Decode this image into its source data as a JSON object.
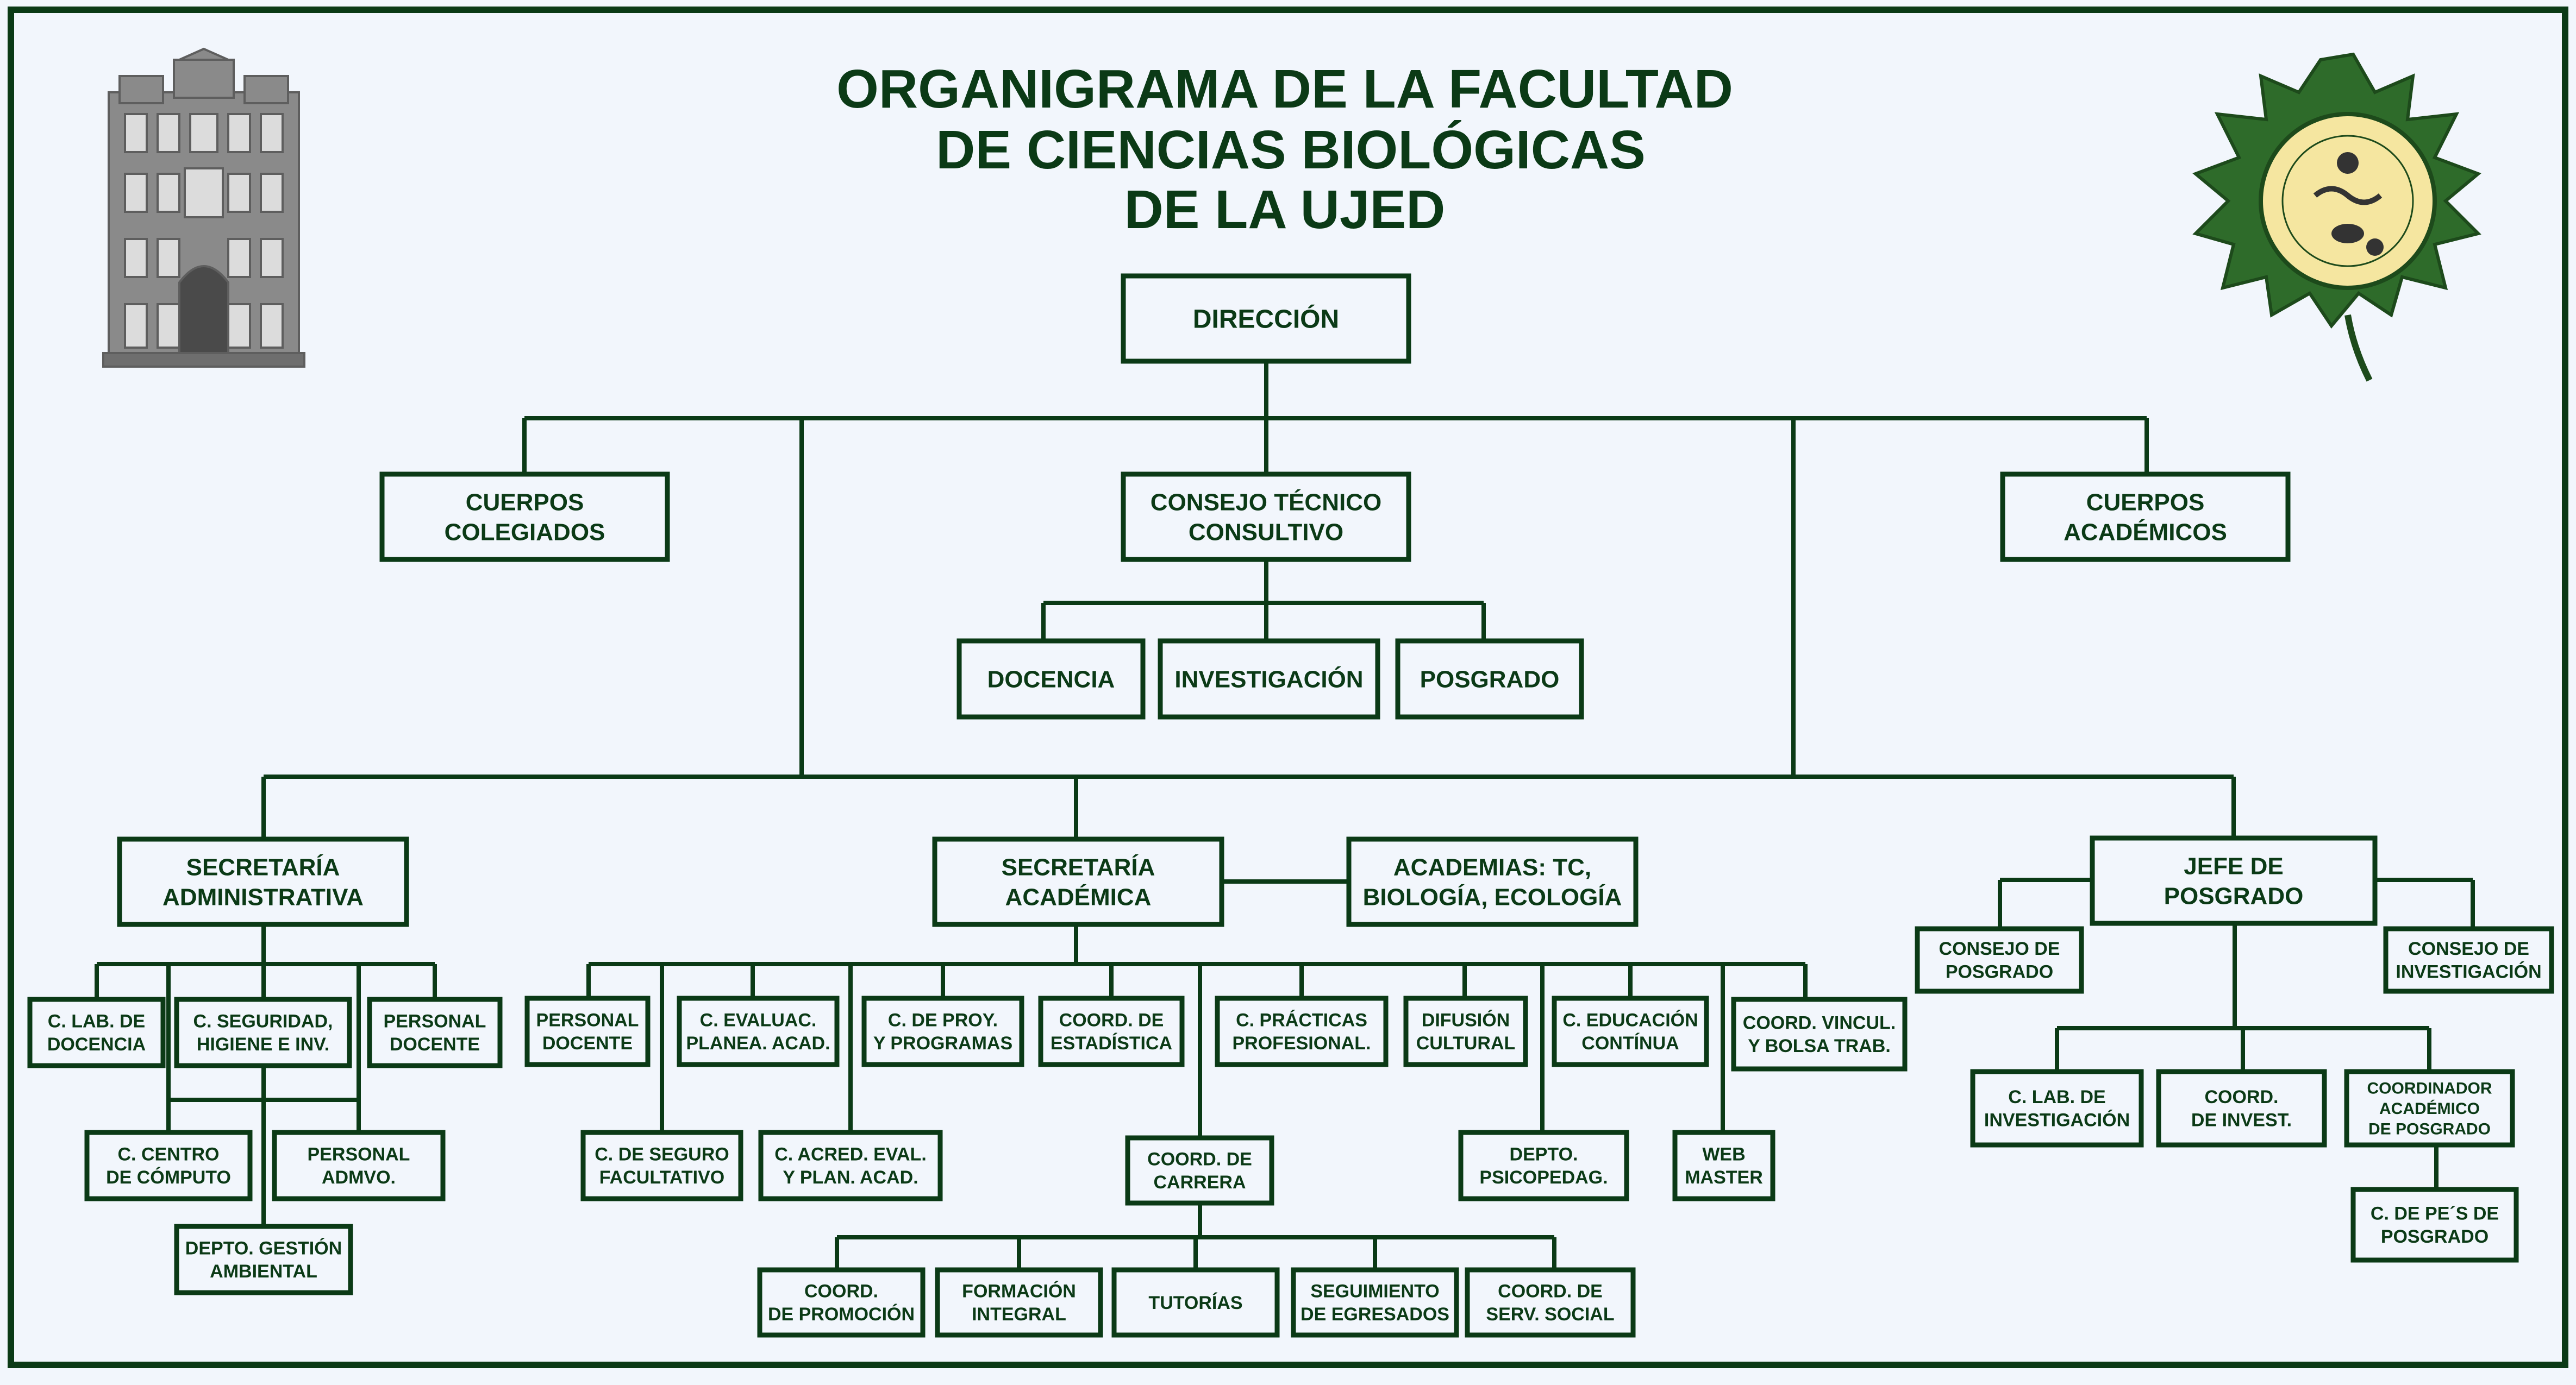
{
  "title": [
    "ORGANIGRAMA DE LA  FACULTAD",
    "DE CIENCIAS BIOLÓGICAS",
    "DE LA UJED"
  ],
  "colors": {
    "background": "#f2f6fc",
    "border": "#0b3a16",
    "text": "#0b3a16",
    "leaf": "#2e6b2a",
    "seal": "#f5e6a0",
    "building": "#8a8a8a"
  },
  "icons": {
    "left_logo": "building-facade-icon",
    "right_logo": "leaf-seal-icon"
  },
  "nodes": {
    "direccion": [
      "DIRECCIÓN"
    ],
    "cuerpos_colegiados": [
      "CUERPOS",
      "COLEGIADOS"
    ],
    "consejo_tecnico": [
      "CONSEJO TÉCNICO",
      "CONSULTIVO"
    ],
    "cuerpos_academicos": [
      "CUERPOS",
      "ACADÉMICOS"
    ],
    "docencia": [
      "DOCENCIA"
    ],
    "investigacion": [
      "INVESTIGACIÓN"
    ],
    "posgrado": [
      "POSGRADO"
    ],
    "sec_admin": [
      "SECRETARÍA",
      "ADMINISTRATIVA"
    ],
    "sec_acad": [
      "SECRETARÍA",
      "ACADÉMICA"
    ],
    "academias": [
      "ACADEMIAS: TC,",
      "BIOLOGÍA, ECOLOGÍA"
    ],
    "jefe_posgrado": [
      "JEFE DE",
      "POSGRADO"
    ],
    "c_lab_docencia": [
      "C. LAB. DE",
      "DOCENCIA"
    ],
    "c_seguridad": [
      "C. SEGURIDAD,",
      "HIGIENE E INV."
    ],
    "personal_docente_a": [
      "PERSONAL",
      "DOCENTE"
    ],
    "c_centro_computo": [
      "C. CENTRO",
      "DE CÓMPUTO"
    ],
    "personal_admvo": [
      "PERSONAL",
      "ADMVO."
    ],
    "depto_gestion": [
      "DEPTO. GESTIÓN",
      "AMBIENTAL"
    ],
    "personal_docente_b": [
      "PERSONAL",
      "DOCENTE"
    ],
    "c_evaluac": [
      "C.  EVALUAC.",
      "PLANEA. ACAD."
    ],
    "c_proy": [
      "C. DE PROY.",
      "Y PROGRAMAS"
    ],
    "coord_estadistica": [
      "COORD. DE",
      "ESTADÍSTICA"
    ],
    "c_practicas": [
      "C. PRÁCTICAS",
      "PROFESIONAL."
    ],
    "difusion": [
      "DIFUSIÓN",
      "CULTURAL"
    ],
    "c_educacion": [
      "C. EDUCACIÓN",
      "CONTÍNUA"
    ],
    "coord_vincul": [
      "COORD. VINCUL.",
      "Y BOLSA TRAB."
    ],
    "c_seguro": [
      "C. DE SEGURO",
      "FACULTATIVO"
    ],
    "c_acred": [
      "C. ACRED. EVAL.",
      "Y PLAN. ACAD."
    ],
    "coord_carrera": [
      "COORD. DE",
      "CARRERA"
    ],
    "depto_psicopedag": [
      "DEPTO.",
      "PSICOPEDAG."
    ],
    "web_master": [
      "WEB",
      "MASTER"
    ],
    "coord_promocion": [
      "COORD.",
      "DE PROMOCIÓN"
    ],
    "formacion": [
      "FORMACIÓN",
      "INTEGRAL"
    ],
    "tutorias": [
      "TUTORÍAS"
    ],
    "seguimiento": [
      "SEGUIMIENTO",
      "DE EGRESADOS"
    ],
    "coord_serv_social": [
      "COORD. DE",
      "SERV. SOCIAL"
    ],
    "consejo_posgrado": [
      "CONSEJO DE",
      "POSGRADO"
    ],
    "consejo_investigacion": [
      "CONSEJO DE",
      "INVESTIGACIÓN"
    ],
    "c_lab_investigacion": [
      "C. LAB. DE",
      "INVESTIGACIÓN"
    ],
    "coord_invest": [
      "COORD.",
      "DE INVEST."
    ],
    "coord_acad_posgrado": [
      "COORDINADOR",
      "ACADÉMICO",
      "DE POSGRADO"
    ],
    "c_pes_posgrado": [
      "C. DE PE´S DE",
      "POSGRADO"
    ]
  }
}
